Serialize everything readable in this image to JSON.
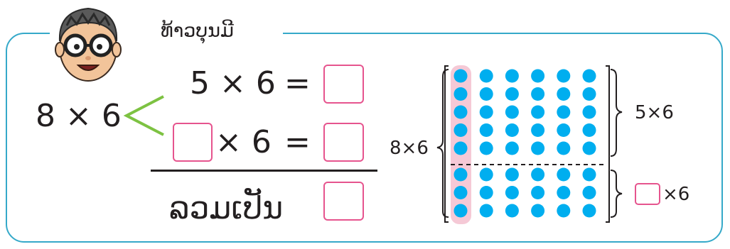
{
  "title": "ທ້າວບຸນມີ",
  "character": "boy-with-glasses-avatar",
  "expression": {
    "left": "8 × 6"
  },
  "equations": [
    {
      "left": "5 × 6",
      "eq": "=",
      "answer": ""
    },
    {
      "left_blank": "",
      "tail": "× 6",
      "eq": "=",
      "answer": ""
    }
  ],
  "total": {
    "label": "ລວມເປັນ",
    "answer": ""
  },
  "array": {
    "rows": 8,
    "cols": 6,
    "split_after_row": 5,
    "full_label": "8×6",
    "top_label": "5×6",
    "bottom_label_suffix": "×6",
    "dot_color": "#00aeef",
    "highlight_color": "#f5c9d6"
  },
  "colors": {
    "border": "#35a9c9",
    "box": "#e6548e",
    "bracket": "#7dc242"
  }
}
